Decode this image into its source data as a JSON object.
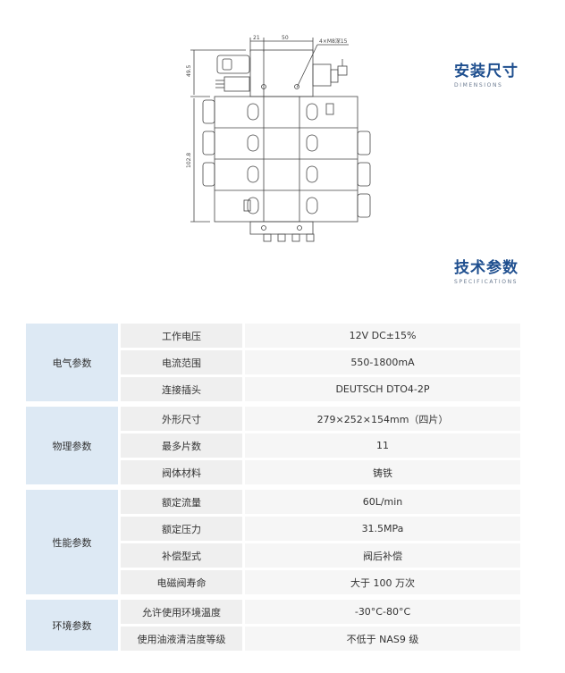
{
  "drawing": {
    "dim_top_a": "21",
    "dim_top_b": "50",
    "dim_hole": "4×M8深15",
    "dim_left_top": "49.5",
    "dim_left_main": "102.8"
  },
  "section_dimensions": {
    "cn": "安装尺寸",
    "en": "DIMENSIONS"
  },
  "section_specs": {
    "cn": "技术参数",
    "en": "SPECIFICATIONS"
  },
  "specs": [
    {
      "group": "电气参数",
      "rows": [
        {
          "name": "工作电压",
          "value": "12V DC±15%"
        },
        {
          "name": "电流范围",
          "value": "550-1800mA"
        },
        {
          "name": "连接插头",
          "value": "DEUTSCH DTO4-2P"
        }
      ]
    },
    {
      "group": "物理参数",
      "rows": [
        {
          "name": "外形尺寸",
          "value": "279×252×154mm（四片）"
        },
        {
          "name": "最多片数",
          "value": "11"
        },
        {
          "name": "阀体材料",
          "value": "铸铁"
        }
      ]
    },
    {
      "group": "性能参数",
      "rows": [
        {
          "name": "额定流量",
          "value": "60L/min"
        },
        {
          "name": "额定压力",
          "value": "31.5MPa"
        },
        {
          "name": "补偿型式",
          "value": "阀后补偿"
        },
        {
          "name": "电磁阀寿命",
          "value": "大于 100 万次"
        }
      ]
    },
    {
      "group": "环境参数",
      "rows": [
        {
          "name": "允许使用环境温度",
          "value": "-30°C-80°C"
        },
        {
          "name": "使用油液清洁度等级",
          "value": "不低于 NAS9 级"
        }
      ]
    }
  ]
}
